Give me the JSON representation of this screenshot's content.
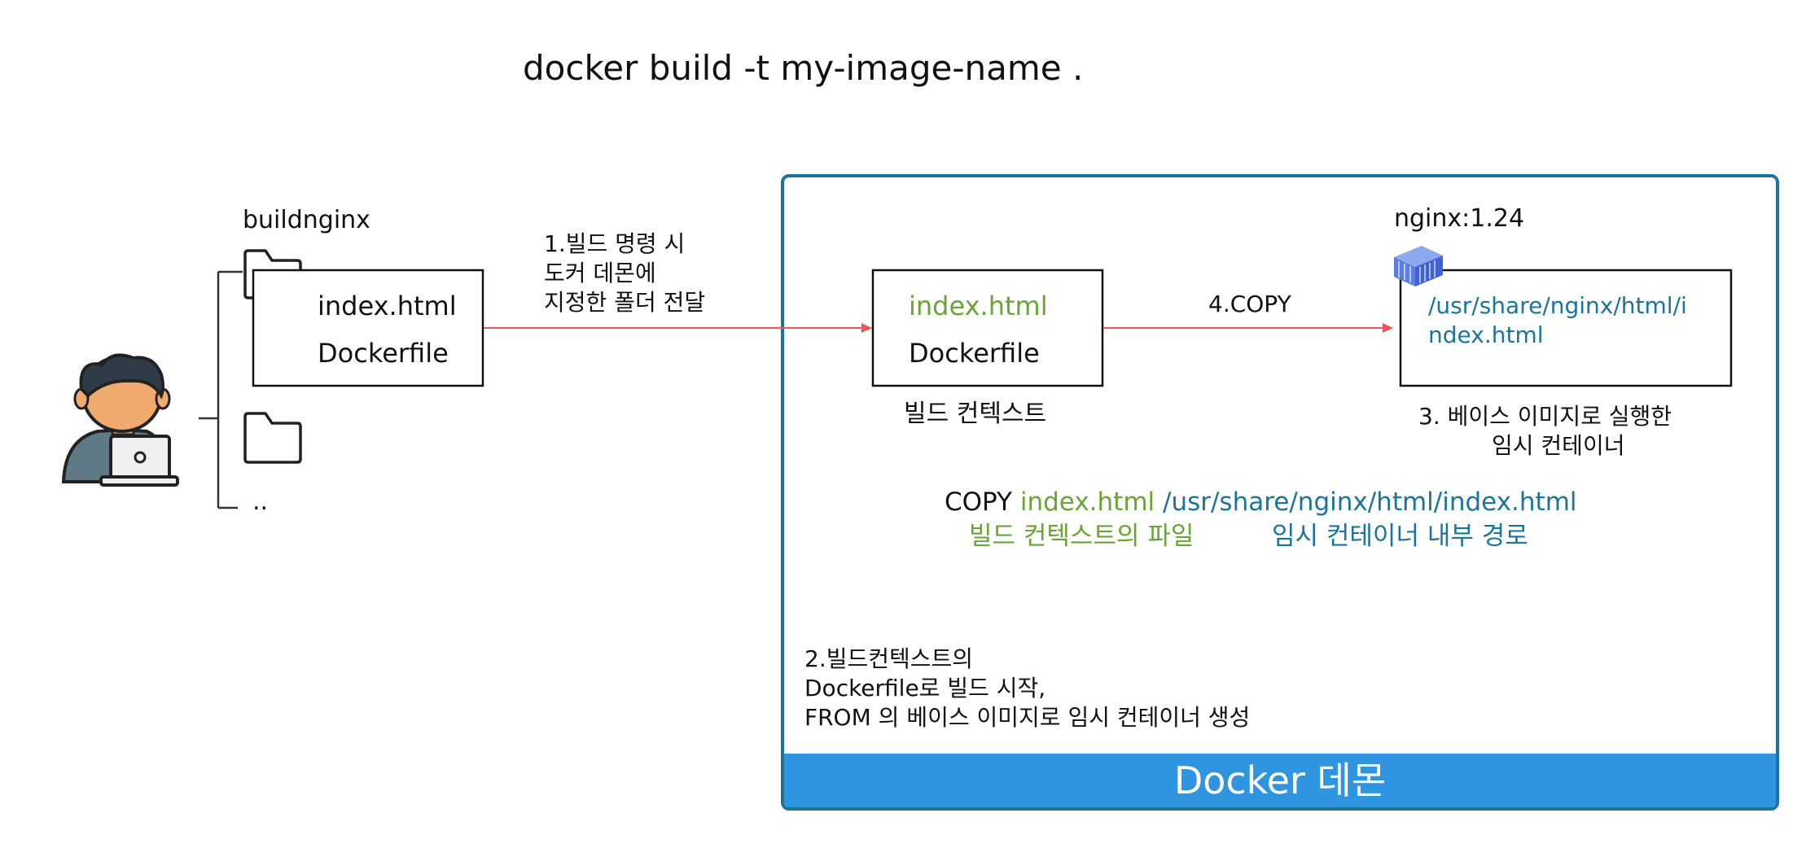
{
  "command": "docker build -t my-image-name .",
  "left": {
    "folder_name": "buildnginx",
    "files": [
      "index.html",
      "Dockerfile"
    ],
    "other_entry": ".."
  },
  "arrow1_label": [
    "1.빌드 명령 시",
    "도커 데몬에",
    "지정한 폴더 전달"
  ],
  "build_context": {
    "files": [
      "index.html",
      "Dockerfile"
    ],
    "caption": "빌드 컨텍스트"
  },
  "arrow4_label": "4.COPY",
  "container": {
    "image": "nginx:1.24",
    "path_lines": [
      "/usr/share/nginx/html/i",
      "ndex.html"
    ],
    "caption": [
      "3. 베이스 이미지로 실행한",
      "임시 컨테이너"
    ]
  },
  "copy_instruction": {
    "keyword": "COPY",
    "src": "index.html",
    "dest": "/usr/share/nginx/html/index.html",
    "src_note": "빌드 컨텍스트의 파일",
    "dest_note": "임시 컨테이너 내부 경로"
  },
  "step2_lines": [
    "2.빌드컨텍스트의",
    "Dockerfile로 빌드 시작,",
    "FROM 의 베이스 이미지로 임시 컨테이너 생성"
  ],
  "daemon_label": "Docker 데몬",
  "colors": {
    "daemon_border": "#1b7499",
    "daemon_bar": "#2f95e0",
    "arrow": "#e8575b",
    "green": "#6aa436",
    "teal": "#1b7499"
  }
}
